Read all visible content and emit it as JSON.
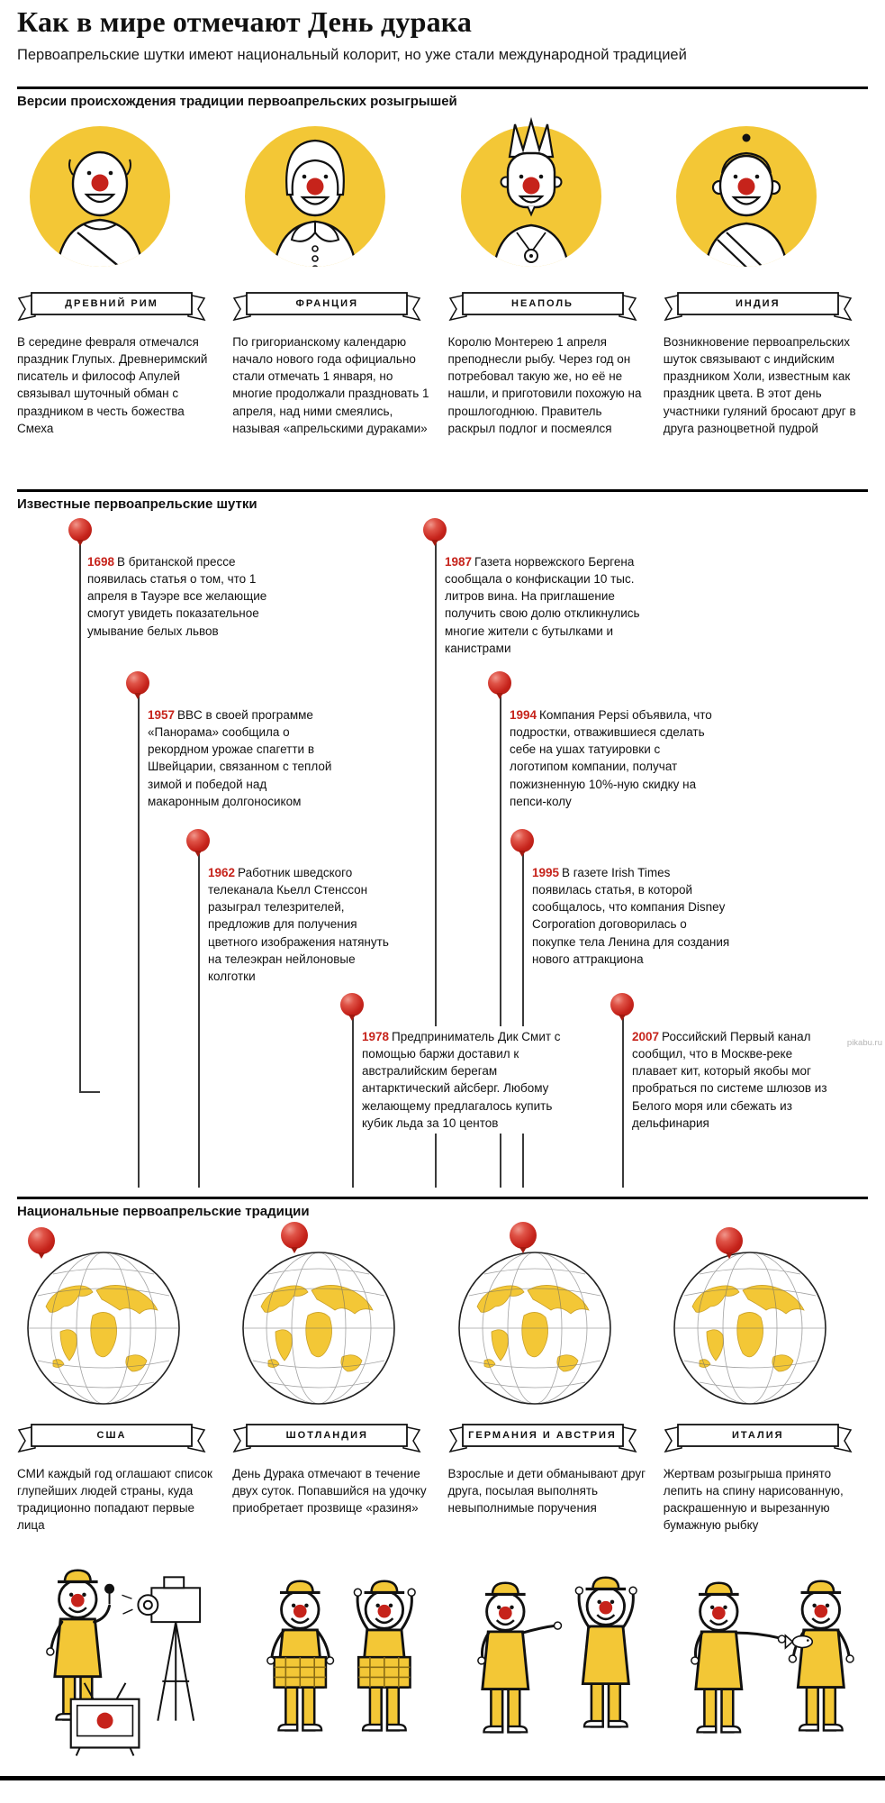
{
  "page": {
    "title": "Как в мире отмечают День дурака",
    "subtitle": "Первоапрельские шутки имеют национальный колорит, но уже стали международной традицией",
    "watermark": "pikabu.ru"
  },
  "colors": {
    "background": "#FFFFFF",
    "yellow": "#F3C736",
    "red": "#C6231B",
    "ink": "#111111"
  },
  "sections": {
    "origins": {
      "heading": "Версии происхождения традиции первоапрельских розыгрышей",
      "items": [
        {
          "label": "ДРЕВНИЙ РИМ",
          "icon": "roman-philosopher-icon",
          "text": "В середине февраля отмечался праздник Глупых. Древнеримский писатель и философ Апулей связывал шуточный обман с праздником в честь божества Смеха"
        },
        {
          "label": "ФРАНЦИЯ",
          "icon": "french-woman-icon",
          "text": "По григорианскому календарю начало нового года официально стали отмечать 1 января, но многие продолжали праздновать 1 апреля, над ними смеялись, называя «апрельскими дураками»"
        },
        {
          "label": "НЕАПОЛЬ",
          "icon": "king-with-fish-icon",
          "text": "Королю Монтерею 1 апреля преподнесли рыбу. Через год он потребовал такую же, но её не нашли, и приготовили похожую на прошлогоднюю. Правитель раскрыл подлог и посмеялся"
        },
        {
          "label": "ИНДИЯ",
          "icon": "indian-man-icon",
          "text": "Возникновение первоапрельских шуток связывают с индийским праздником Холи, известным как праздник цвета. В этот день участники гуляний бросают друг в друга разноцветной пудрой"
        }
      ]
    },
    "jokes": {
      "heading": "Известные первоапрельские шутки",
      "items": [
        {
          "year": "1698",
          "text": "В британской прессе появилась статья о том, что 1 апреля в Тауэре все желающие смогут увидеть показательное умывание белых львов"
        },
        {
          "year": "1957",
          "text": "BBC в своей программе «Панорама» сообщила о рекордном урожае спагетти в Швейцарии, связанном с теплой зимой и победой над макаронным долгоносиком"
        },
        {
          "year": "1962",
          "text": "Работник шведского телеканала Кьелл Стенссон разыграл телезрителей, предложив для получения цветного изображения натянуть на телеэкран нейлоновые колготки"
        },
        {
          "year": "1978",
          "text": "Предприниматель Дик Смит с помощью баржи доставил к австралийским берегам антарктический айсберг. Любому желающему предлагалось купить кубик льда за 10 центов"
        },
        {
          "year": "1987",
          "text": "Газета норвежского Бергена сообщала о конфискации 10 тыс. литров вина. На приглашение получить свою долю откликнулись многие жители с бутылками и канистрами"
        },
        {
          "year": "1994",
          "text": "Компания Pepsi объявила, что подростки, отважившиеся сделать себе на ушах татуировки с логотипом компании, получат пожизненную 10%-ную скидку на пепси-колу"
        },
        {
          "year": "1995",
          "text": "В газете Irish Times появилась статья, в которой сообщалось, что компания Disney Corporation договорилась о покупке тела Ленина для создания нового аттракциона"
        },
        {
          "year": "2007",
          "text": "Российский Первый канал сообщил, что в Москве-реке плавает кит, который якобы мог пробраться по системе шлюзов из Белого моря или сбежать из дельфинария"
        }
      ]
    },
    "traditions": {
      "heading": "Национальные первоапрельские традиции",
      "items": [
        {
          "label": "США",
          "icon": "globe-usa-icon",
          "text": "СМИ каждый год оглашают список глупейших людей страны, куда традиционно попадают первые лица"
        },
        {
          "label": "ШОТЛАНДИЯ",
          "icon": "globe-scotland-icon",
          "text": "День Дурака отмечают в течение двух суток. Попавшийся на удочку приобретает прозвище «разиня»"
        },
        {
          "label": "ГЕРМАНИЯ И АВСТРИЯ",
          "icon": "globe-germany-austria-icon",
          "text": "Взрослые и дети обманывают друг друга, посылая выполнять невыполнимые поручения"
        },
        {
          "label": "ИТАЛИЯ",
          "icon": "globe-italy-icon",
          "text": "Жертвам розыгрыша принято лепить на спину нарисованную, раскрашенную и вырезанную бумажную рыбку"
        }
      ]
    }
  }
}
